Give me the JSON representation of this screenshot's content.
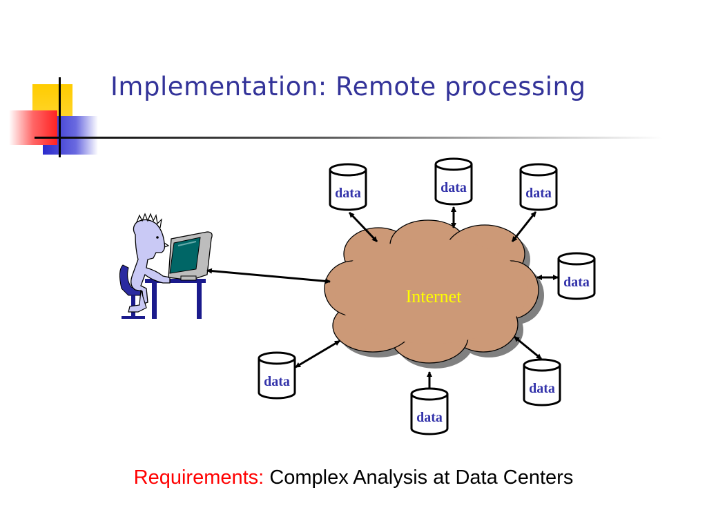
{
  "slide": {
    "title": "Implementation: Remote processing",
    "footer": {
      "label": "Requirements:",
      "text": "Complex Analysis at Data Centers"
    }
  },
  "diagram": {
    "cloud_label": "Internet",
    "data_label": "data",
    "nodes": [
      {
        "id": "top-left",
        "label": "data"
      },
      {
        "id": "top-center",
        "label": "data"
      },
      {
        "id": "top-right",
        "label": "data"
      },
      {
        "id": "right",
        "label": "data"
      },
      {
        "id": "bottom-right",
        "label": "data"
      },
      {
        "id": "bottom-center",
        "label": "data"
      },
      {
        "id": "bottom-left",
        "label": "data"
      }
    ],
    "colors": {
      "title": "#333399",
      "cloud_fill": "#cc9977",
      "cloud_label": "#ffff00",
      "data_label": "#3333aa",
      "requirements": "#ff0000",
      "deco_yellow": "#ffcc00",
      "deco_red": "#ff3333",
      "deco_blue": "#3333cc"
    }
  }
}
